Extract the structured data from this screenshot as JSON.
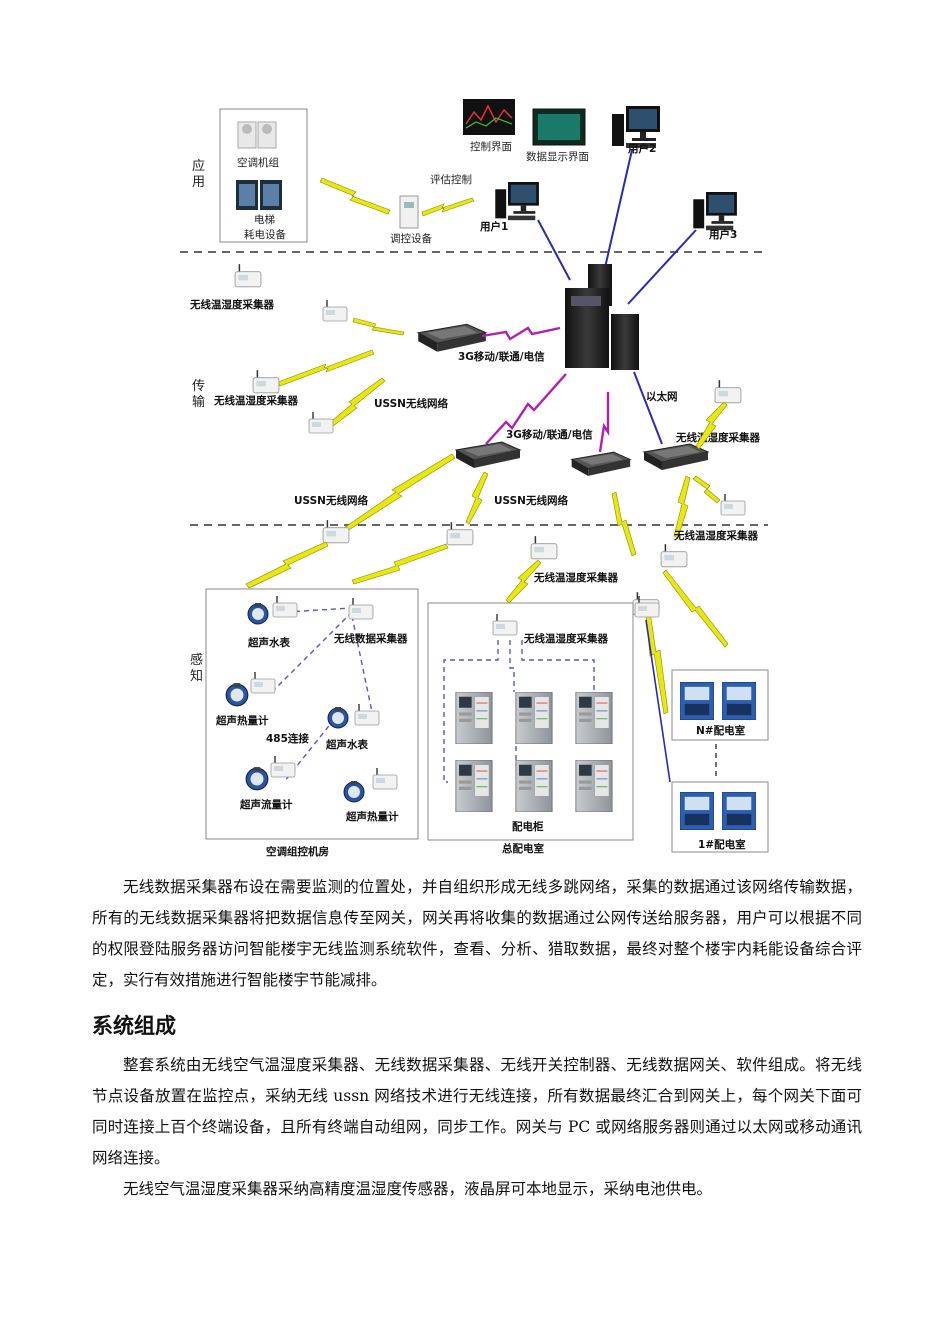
{
  "figure": {
    "layers": {
      "application": "应\n用",
      "transmission": "传\n输",
      "perception": "感\n知"
    },
    "labels": {
      "ac_unit": "空调机组",
      "elevator": "电梯",
      "power_devices": "耗电设备",
      "control_device": "调控设备",
      "eval_control": "评估控制",
      "control_ui": "控制界面",
      "data_ui": "数据显示界面",
      "user1": "用户1",
      "user2": "用户2",
      "user3": "用户3",
      "th_collector_1": "无线温湿度采集器",
      "th_collector_2": "无线温湿度采集器",
      "gateway_3g_1": "3G移动/联通/电信",
      "ussn_1": "USSN无线网络",
      "gateway_3g_2": "3G移动/联通/电信",
      "ethernet": "以太网",
      "th_collector_3": "无线温湿度采集器",
      "ussn_2": "USSN无线网络",
      "ussn_3": "USSN无线网络",
      "th_collector_4": "无线温湿度采集器",
      "th_collector_5": "无线温湿度采集器",
      "ultra_water_1": "超声水表",
      "data_collector": "无线数据采集器",
      "ultra_heat_1": "超声热量计",
      "rs485": "485连接",
      "ultra_water_2": "超声水表",
      "ultra_flow": "超声流量计",
      "ultra_heat_2": "超声热量计",
      "ac_room": "空调组控机房",
      "th_collector_6": "无线温湿度采集器",
      "switch_cabinet": "配电柜",
      "main_room": "总配电室",
      "n_room": "N#配电室",
      "room1": "1#配电室"
    }
  },
  "paragraph1": "无线数据采集器布设在需要监测的位置处，并自组织形成无线多跳网络，采集的数据通过该网络传输数据，所有的无线数据采集器将把数据信息传至网关，网关再将收集的数据通过公网传送给服务器，用户可以根据不同的权限登陆服务器访问智能楼宇无线监测系统软件，查看、分析、猎取数据，最终对整个楼宇内耗能设备综合评定，实行有效措施进行智能楼宇节能减排。",
  "section_heading": "系统组成",
  "paragraph2": "整套系统由无线空气温湿度采集器、无线数据采集器、无线开关控制器、无线数据网关、软件组成。将无线节点设备放置在监控点，采纳无线 ussn 网络技术进行无线连接，所有数据最终汇合到网关上，每个网关下面可同时连接上百个终端设备，且所有终端自动组网，同步工作。网关与 PC 或网络服务器则通过以太网或移动通讯网络连接。",
  "paragraph3": "无线空气温湿度采集器采纳高精度温湿度传感器，液晶屏可本地显示，采纳电池供电。",
  "colors": {
    "lightning": "#e8e810",
    "lightning_stroke": "#8a8a00",
    "link_blue": "#2a2ab8",
    "link_purple": "#b020b0",
    "dashed_divider": "#333333"
  }
}
